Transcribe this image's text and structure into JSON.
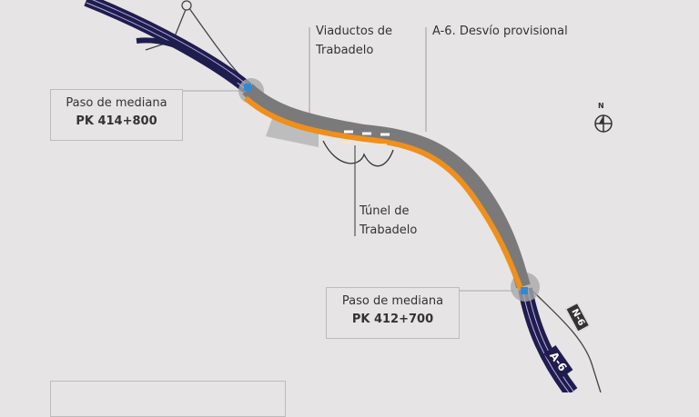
{
  "labels": {
    "median_north": {
      "title": "Paso de mediana",
      "pk": "PK 414+800"
    },
    "median_south": {
      "title": "Paso de mediana",
      "pk": "PK 412+700"
    },
    "viaducts": {
      "line1": "Viaductos de",
      "line2": "Trabadelo"
    },
    "detour": "A-6. Desvío provisional",
    "tunnel": {
      "line1": "Túnel de",
      "line2": "Trabadelo"
    }
  },
  "road_signs": {
    "a6": "A-6",
    "n6": "N-6"
  },
  "compass": {
    "north": "N"
  },
  "colors": {
    "background": "#e6e4e4",
    "highway": "#1f1c4e",
    "detour": "#ef8f1c",
    "existing_road": "#7a7a7a",
    "crossover": "#2f8ad6"
  }
}
